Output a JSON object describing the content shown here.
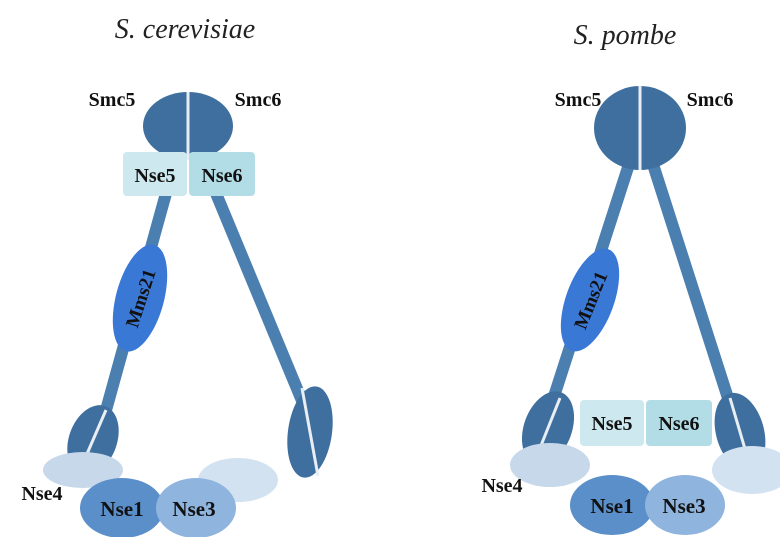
{
  "colors": {
    "smc_dark": "#3f6f9e",
    "arm_blue": "#4a7fb0",
    "mms21_blue": "#3a78d6",
    "nse5": "#cde8ef",
    "nse6": "#b3dde6",
    "nse4": "#c6d8ea",
    "nse1": "#5b8fc9",
    "nse3": "#8fb4de",
    "pale_oval": "#d3e2f1",
    "divider": "#e8eef4"
  },
  "panels": [
    {
      "title": "S. cerevisiae",
      "labels": {
        "smc5": "Smc5",
        "smc6": "Smc6",
        "nse5": "Nse5",
        "nse6": "Nse6",
        "mms21": "Mms21",
        "nse4": "Nse4",
        "nse1": "Nse1",
        "nse3": "Nse3"
      }
    },
    {
      "title": "S. pombe",
      "labels": {
        "smc5": "Smc5",
        "smc6": "Smc6",
        "nse5": "Nse5",
        "nse6": "Nse6",
        "mms21": "Mms21",
        "nse4": "Nse4",
        "nse1": "Nse1",
        "nse3": "Nse3"
      }
    }
  ]
}
